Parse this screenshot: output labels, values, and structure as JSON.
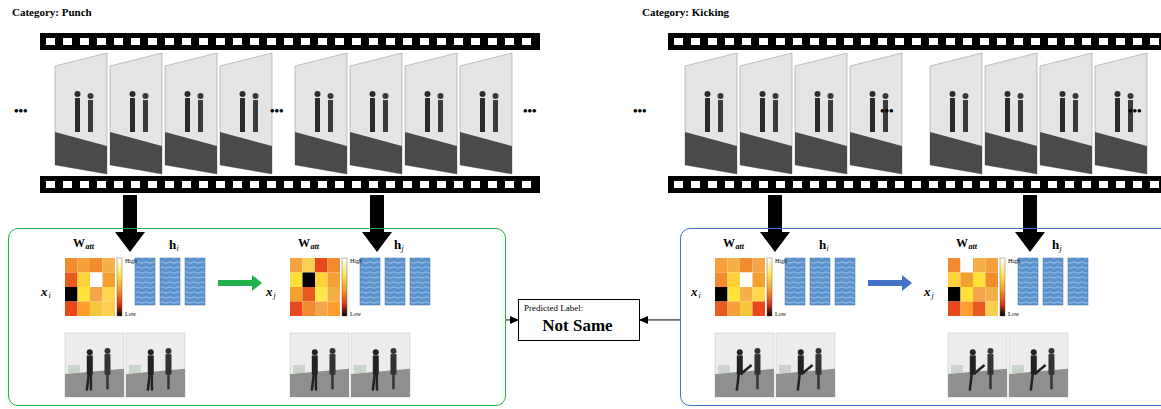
{
  "diagram": {
    "nodes": [
      {
        "text": [
          "W",
          "att",
          "x",
          "i",
          "High",
          "Low",
          "h",
          "i",
          "W",
          "att",
          "x",
          "j",
          "High",
          "Low",
          "h",
          "j"
        ]
      },
      {
        "text": [
          "Predicted Label:",
          "Not Same"
        ]
      },
      {
        "text": [
          "W",
          "att",
          "x",
          "i",
          "High",
          "Low",
          "h",
          "i",
          "W",
          "att",
          "x",
          "j",
          "High",
          "Low",
          "h",
          "j"
        ]
      }
    ],
    "edges": [
      {
        "from": 0,
        "to": 1,
        "arrow": "to"
      },
      {
        "from": 2,
        "to": 1,
        "arrow": "to"
      }
    ],
    "labels": [
      "Category: Punch",
      "•••",
      "•••",
      "•••",
      "Category: Kicking",
      "•••",
      "•••",
      "•••"
    ]
  }
}
